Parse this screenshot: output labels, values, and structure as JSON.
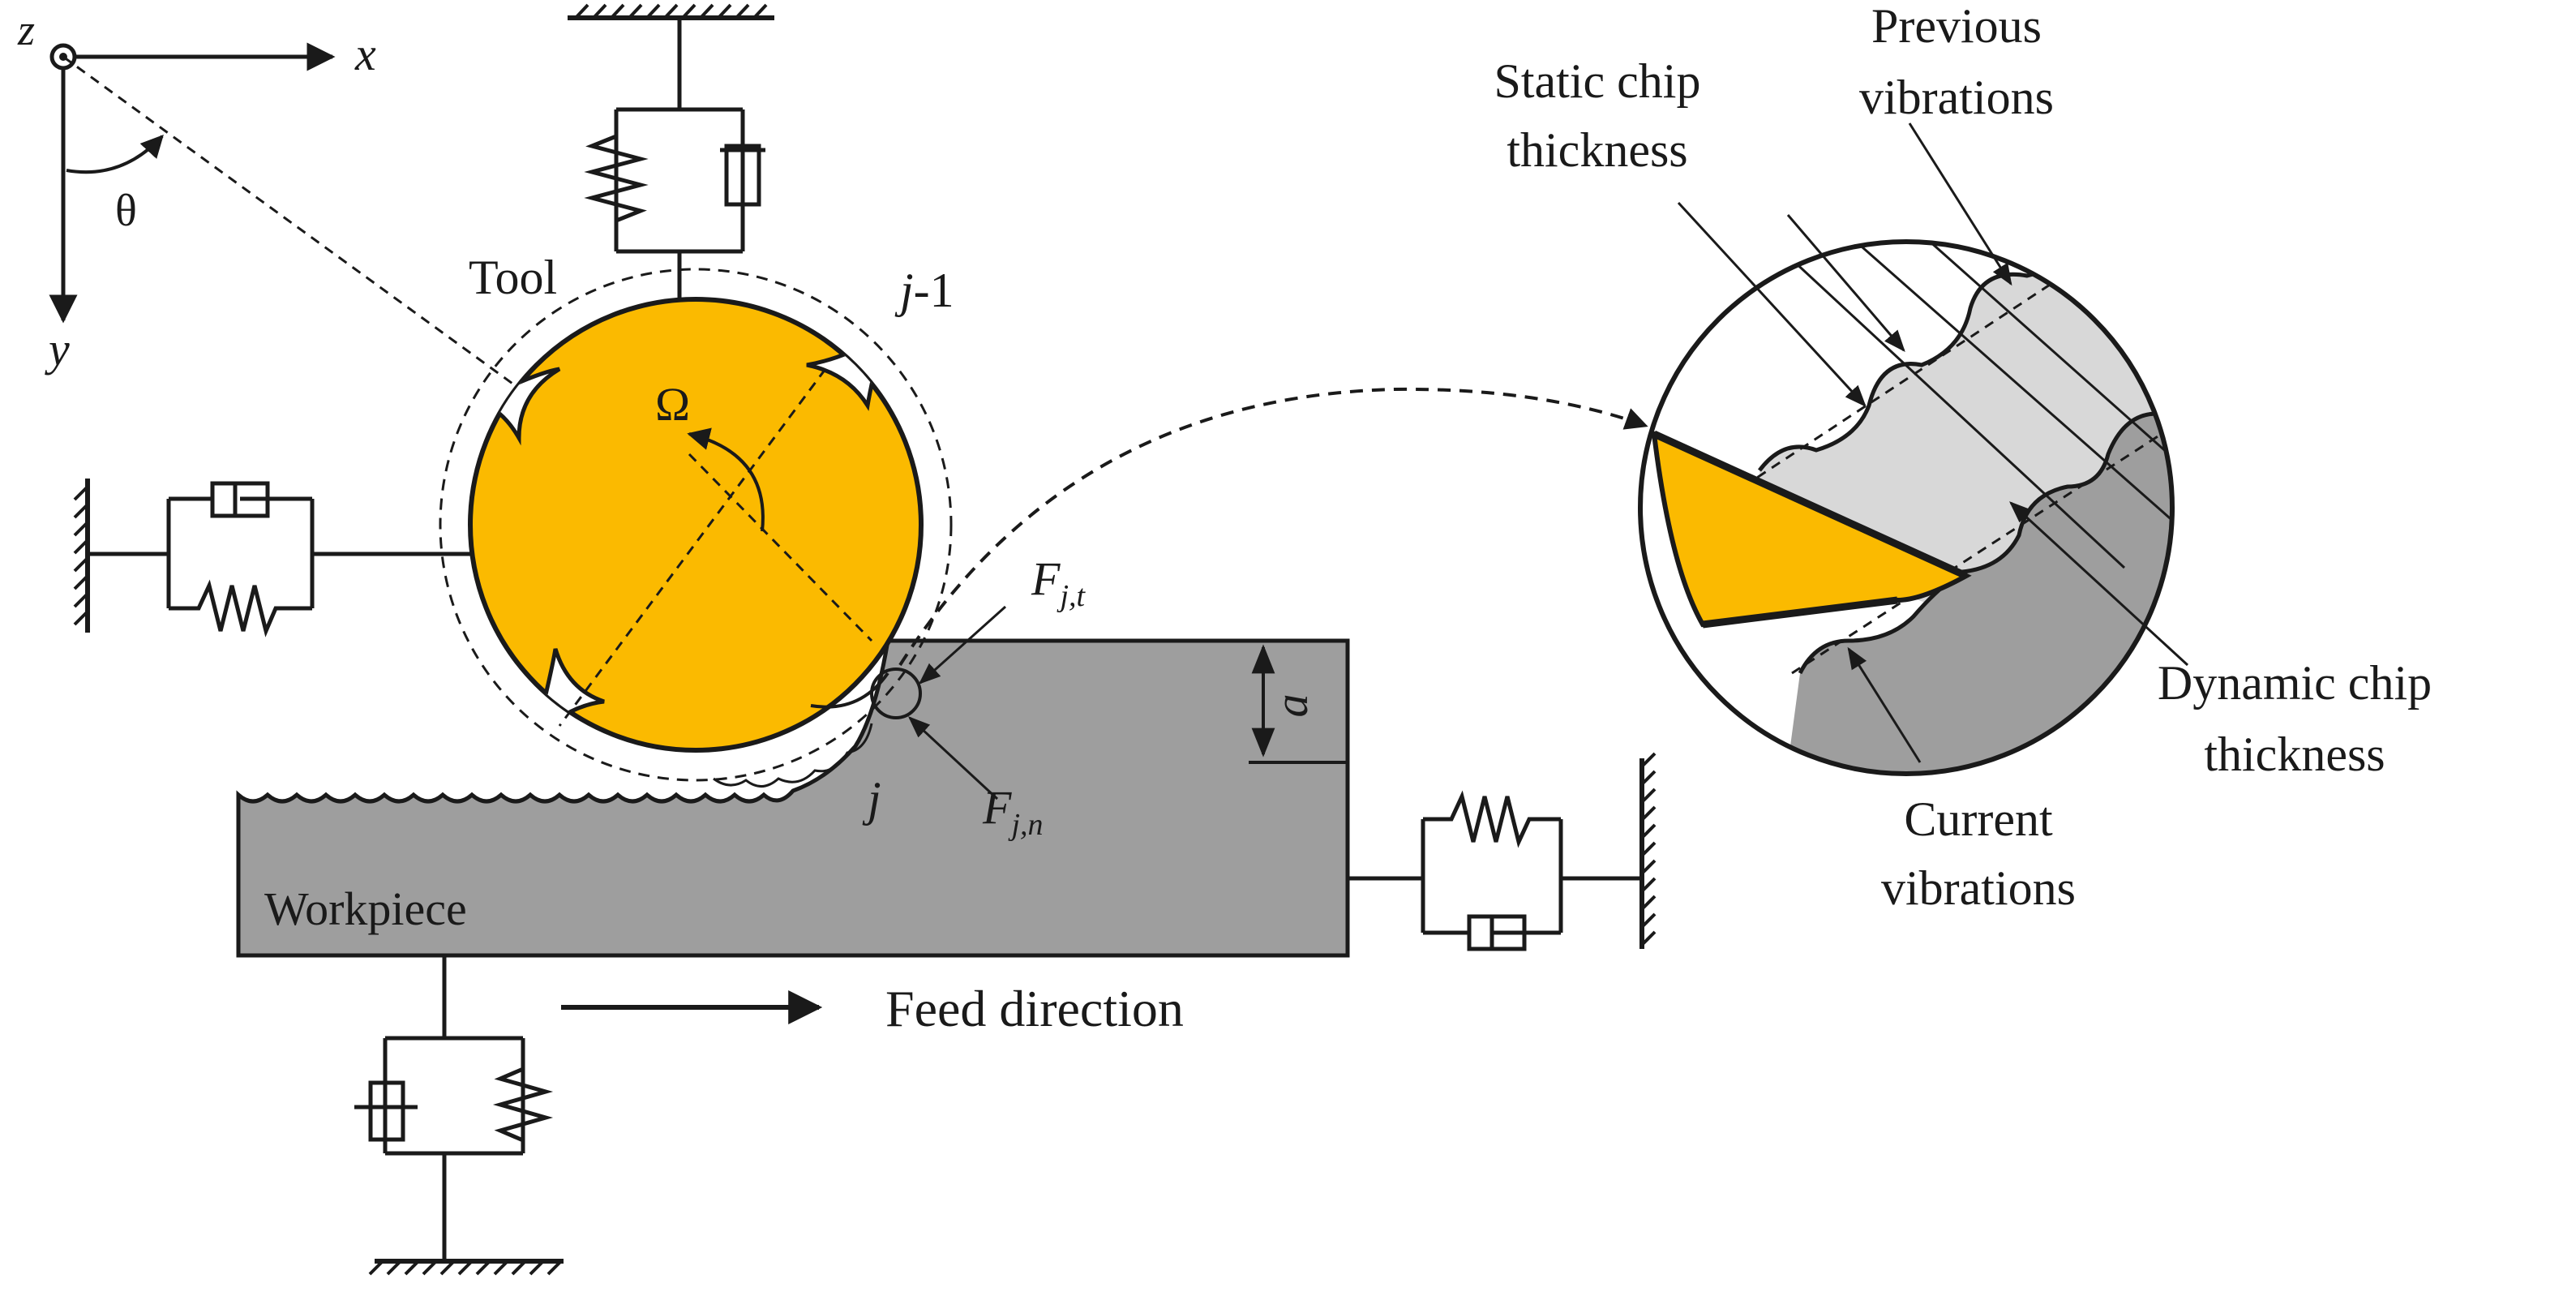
{
  "axes": {
    "z": "z",
    "x": "x",
    "y": "y",
    "theta": "θ"
  },
  "labels": {
    "tool": "Tool",
    "prev_tooth_j": "j",
    "prev_tooth_suffix": "-1",
    "omega": "Ω",
    "tooth_j": "j",
    "depth": "a",
    "workpiece": "Workpiece",
    "feed_direction": "Feed direction",
    "force_t_base": "F",
    "force_t_sub": "j,t",
    "force_n_base": "F",
    "force_n_sub": "j,n"
  },
  "zoom_callouts": {
    "static_chip_line1": "Static chip",
    "static_chip_line2": "thickness",
    "previous_line1": "Previous",
    "previous_line2": "vibrations",
    "dynamic_line1": "Dynamic chip",
    "dynamic_line2": "thickness",
    "current_line1": "Current",
    "current_line2": "vibrations"
  },
  "colors": {
    "tool_fill": "#FBBA00",
    "workpiece_fill": "#9E9E9E",
    "chip_fill": "#D8D8D8",
    "ink": "#1a1a1a"
  }
}
